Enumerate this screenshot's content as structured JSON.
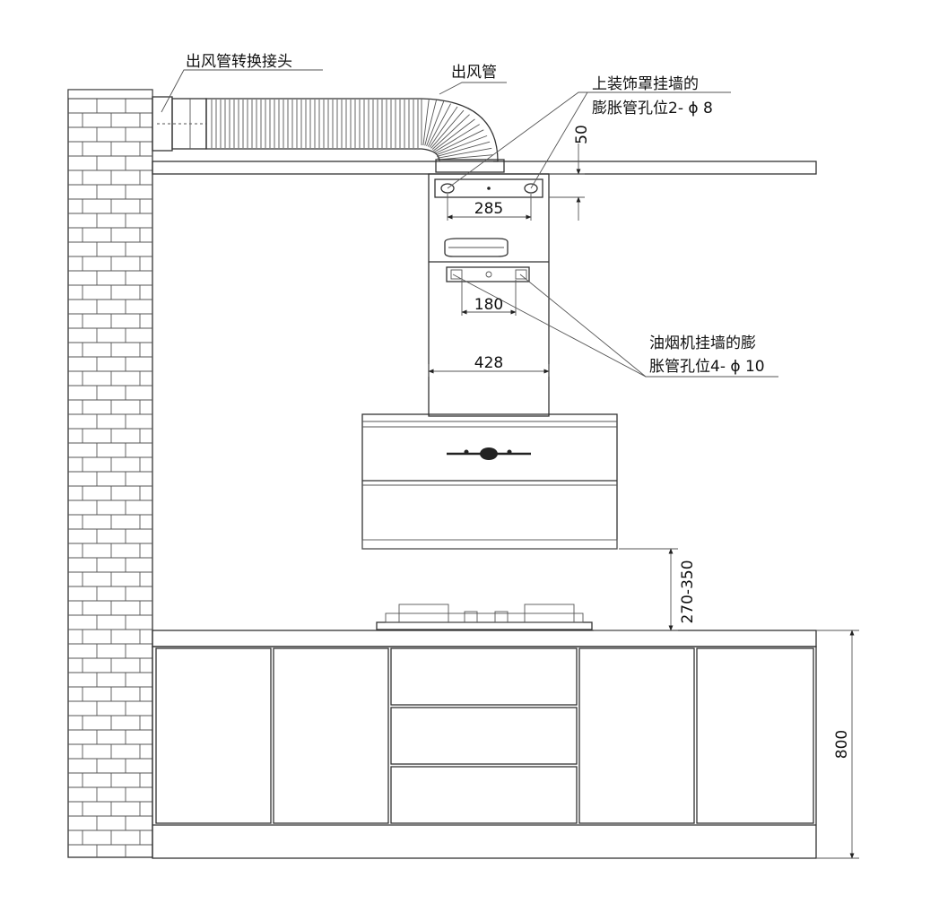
{
  "labels": {
    "duct_adapter": "出风管转换接头",
    "duct": "出风管",
    "cover_holes_line1": "上装饰罩挂墙的",
    "cover_holes_line2": "膨胀管孔位2- ϕ 8",
    "hood_holes_line1": "油烟机挂墙的膨",
    "hood_holes_line2": "胀管孔位4- ϕ 10"
  },
  "dimensions": {
    "cover_top_gap": "50",
    "cover_bracket_span": "285",
    "hood_bracket_span": "180",
    "chimney_width": "428",
    "hood_to_hob": "270-350",
    "counter_height": "800"
  }
}
